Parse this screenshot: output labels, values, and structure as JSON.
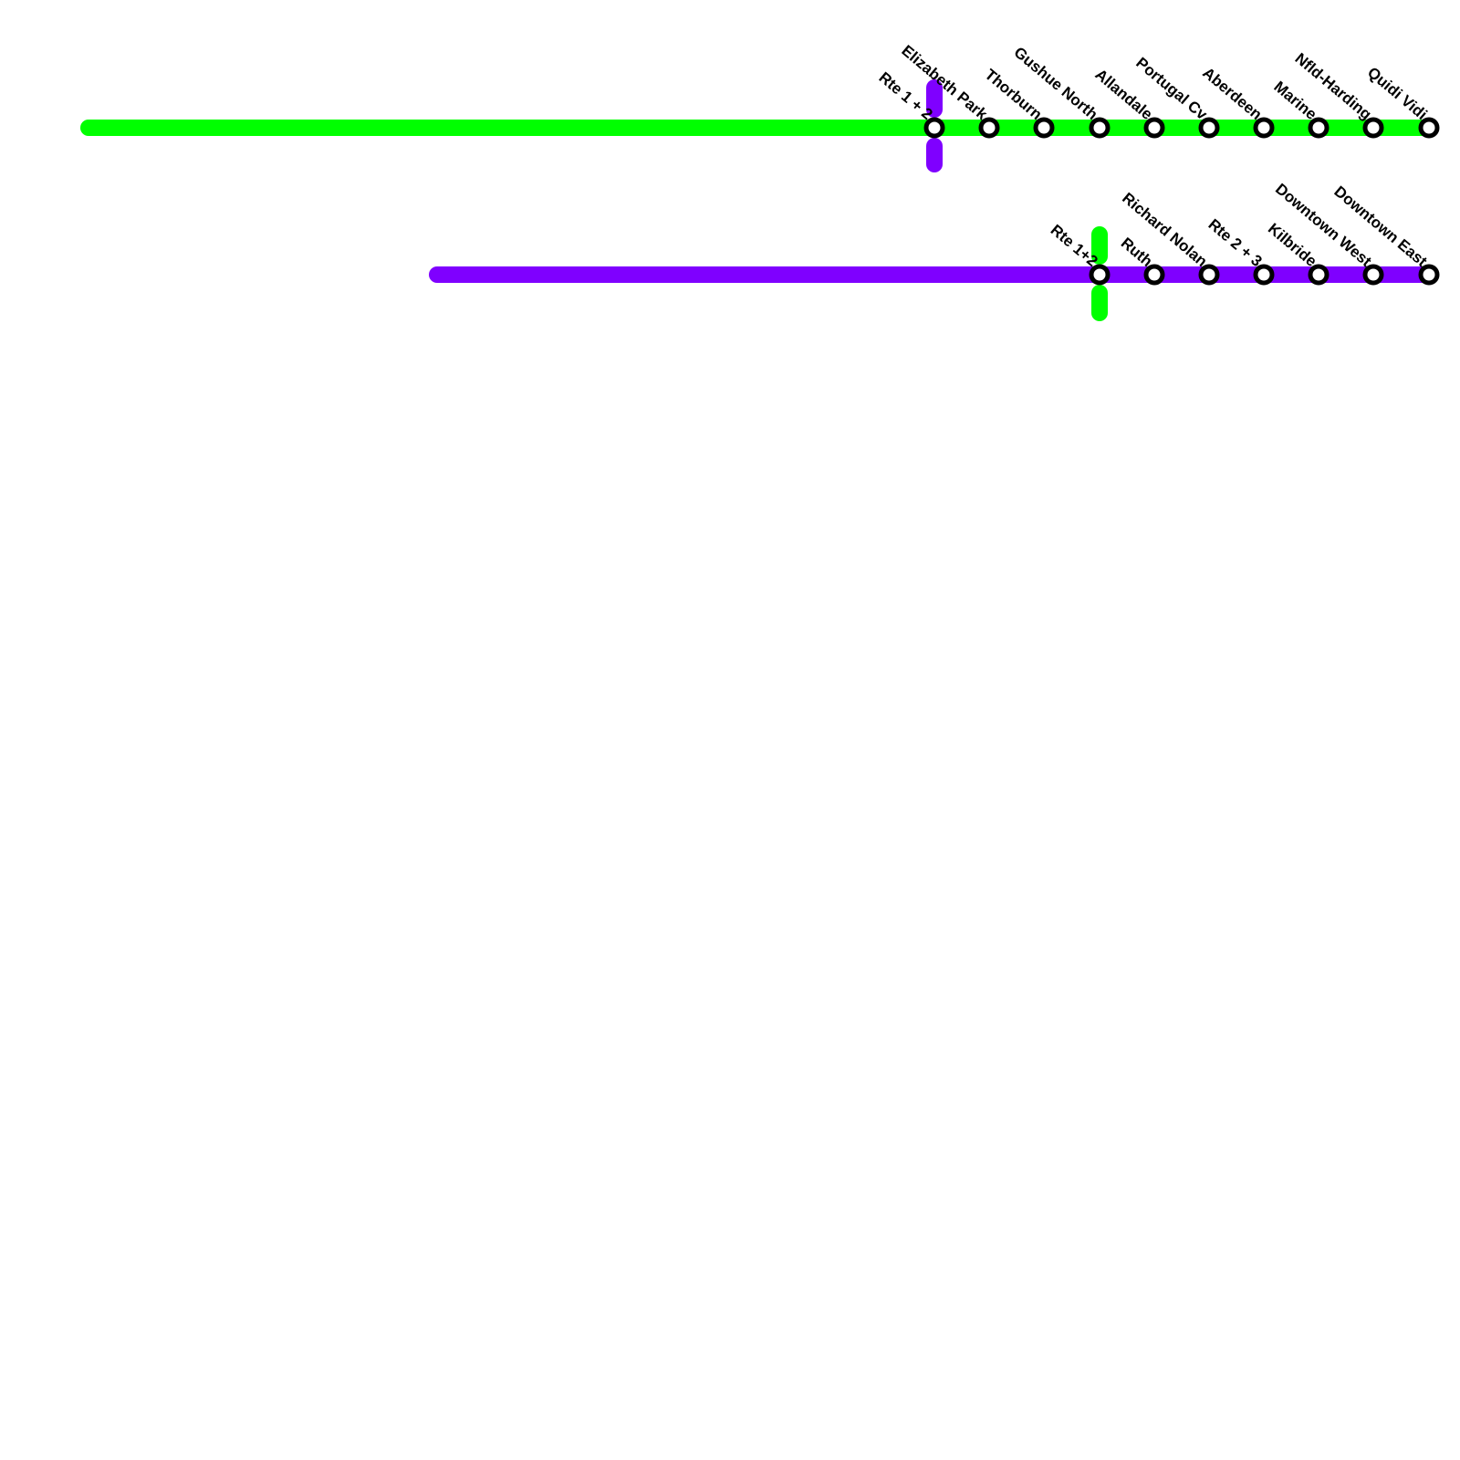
{
  "colors": {
    "background": "#ffffff",
    "green_line": "#00ff00",
    "purple_line": "#7f00ff",
    "station_stroke": "#000000",
    "station_fill": "#ffffff",
    "label": "#000000"
  },
  "lines": [
    {
      "id": "green",
      "color": "#00ff00",
      "stations": [
        "Rte 1 + 2",
        "Elizabeth Park",
        "Thorburn",
        "Gushue North",
        "Allandale",
        "Portugal Cv",
        "Aberdeen",
        "Marine",
        "Nfld-Harding",
        "Quidi Vidi"
      ]
    },
    {
      "id": "purple",
      "color": "#7f00ff",
      "stations": [
        "Rte 1+2",
        "Ruth",
        "Richard Nolan",
        "Rte 2 + 3",
        "Kilbride",
        "Downtown West",
        "Downtown East"
      ]
    }
  ],
  "interchanges": [
    {
      "station": "Rte 1 + 2",
      "on_line": "green",
      "crossing_line": "purple"
    },
    {
      "station": "Rte 1+2",
      "on_line": "purple",
      "crossing_line": "green"
    }
  ]
}
